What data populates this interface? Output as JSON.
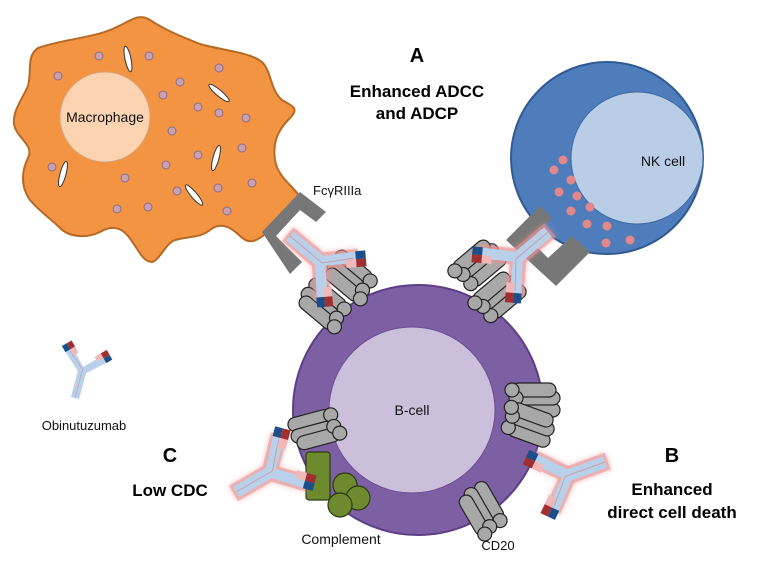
{
  "diagram": {
    "cells": {
      "macrophage": {
        "label": "Macrophage",
        "body_color": "#f39443",
        "nucleus_color": "#fbd3b1",
        "border_color": "#b66a25"
      },
      "nk_cell": {
        "label": "NK cell",
        "body_color": "#4f7dbb",
        "nucleus_color": "#b9cde6",
        "granule_color": "#e2878a"
      },
      "b_cell": {
        "label": "B-cell",
        "body_color": "#7d5fa3",
        "nucleus_color": "#cbbfdc"
      }
    },
    "receptor": {
      "label": "FcγRIIIa",
      "color": "#777777"
    },
    "antibody": {
      "label": "Obinutuzumab",
      "body_color": "#b9d0ea",
      "heavy_tip_color": "#1c4f8a",
      "light_dark_color": "#a03030",
      "light_pale_color": "#f0b8b8",
      "glow_color": "#e07070"
    },
    "cd20": {
      "label": "CD20",
      "color": "#a8a8a8"
    },
    "complement": {
      "label": "Complement",
      "color": "#6e8a2e"
    },
    "panels": {
      "A": {
        "letter": "A",
        "line1": "Enhanced ADCC",
        "line2": "and ADCP"
      },
      "B": {
        "letter": "B",
        "line1": "Enhanced",
        "line2": "direct cell death"
      },
      "C": {
        "letter": "C",
        "line1": "Low CDC"
      }
    }
  }
}
